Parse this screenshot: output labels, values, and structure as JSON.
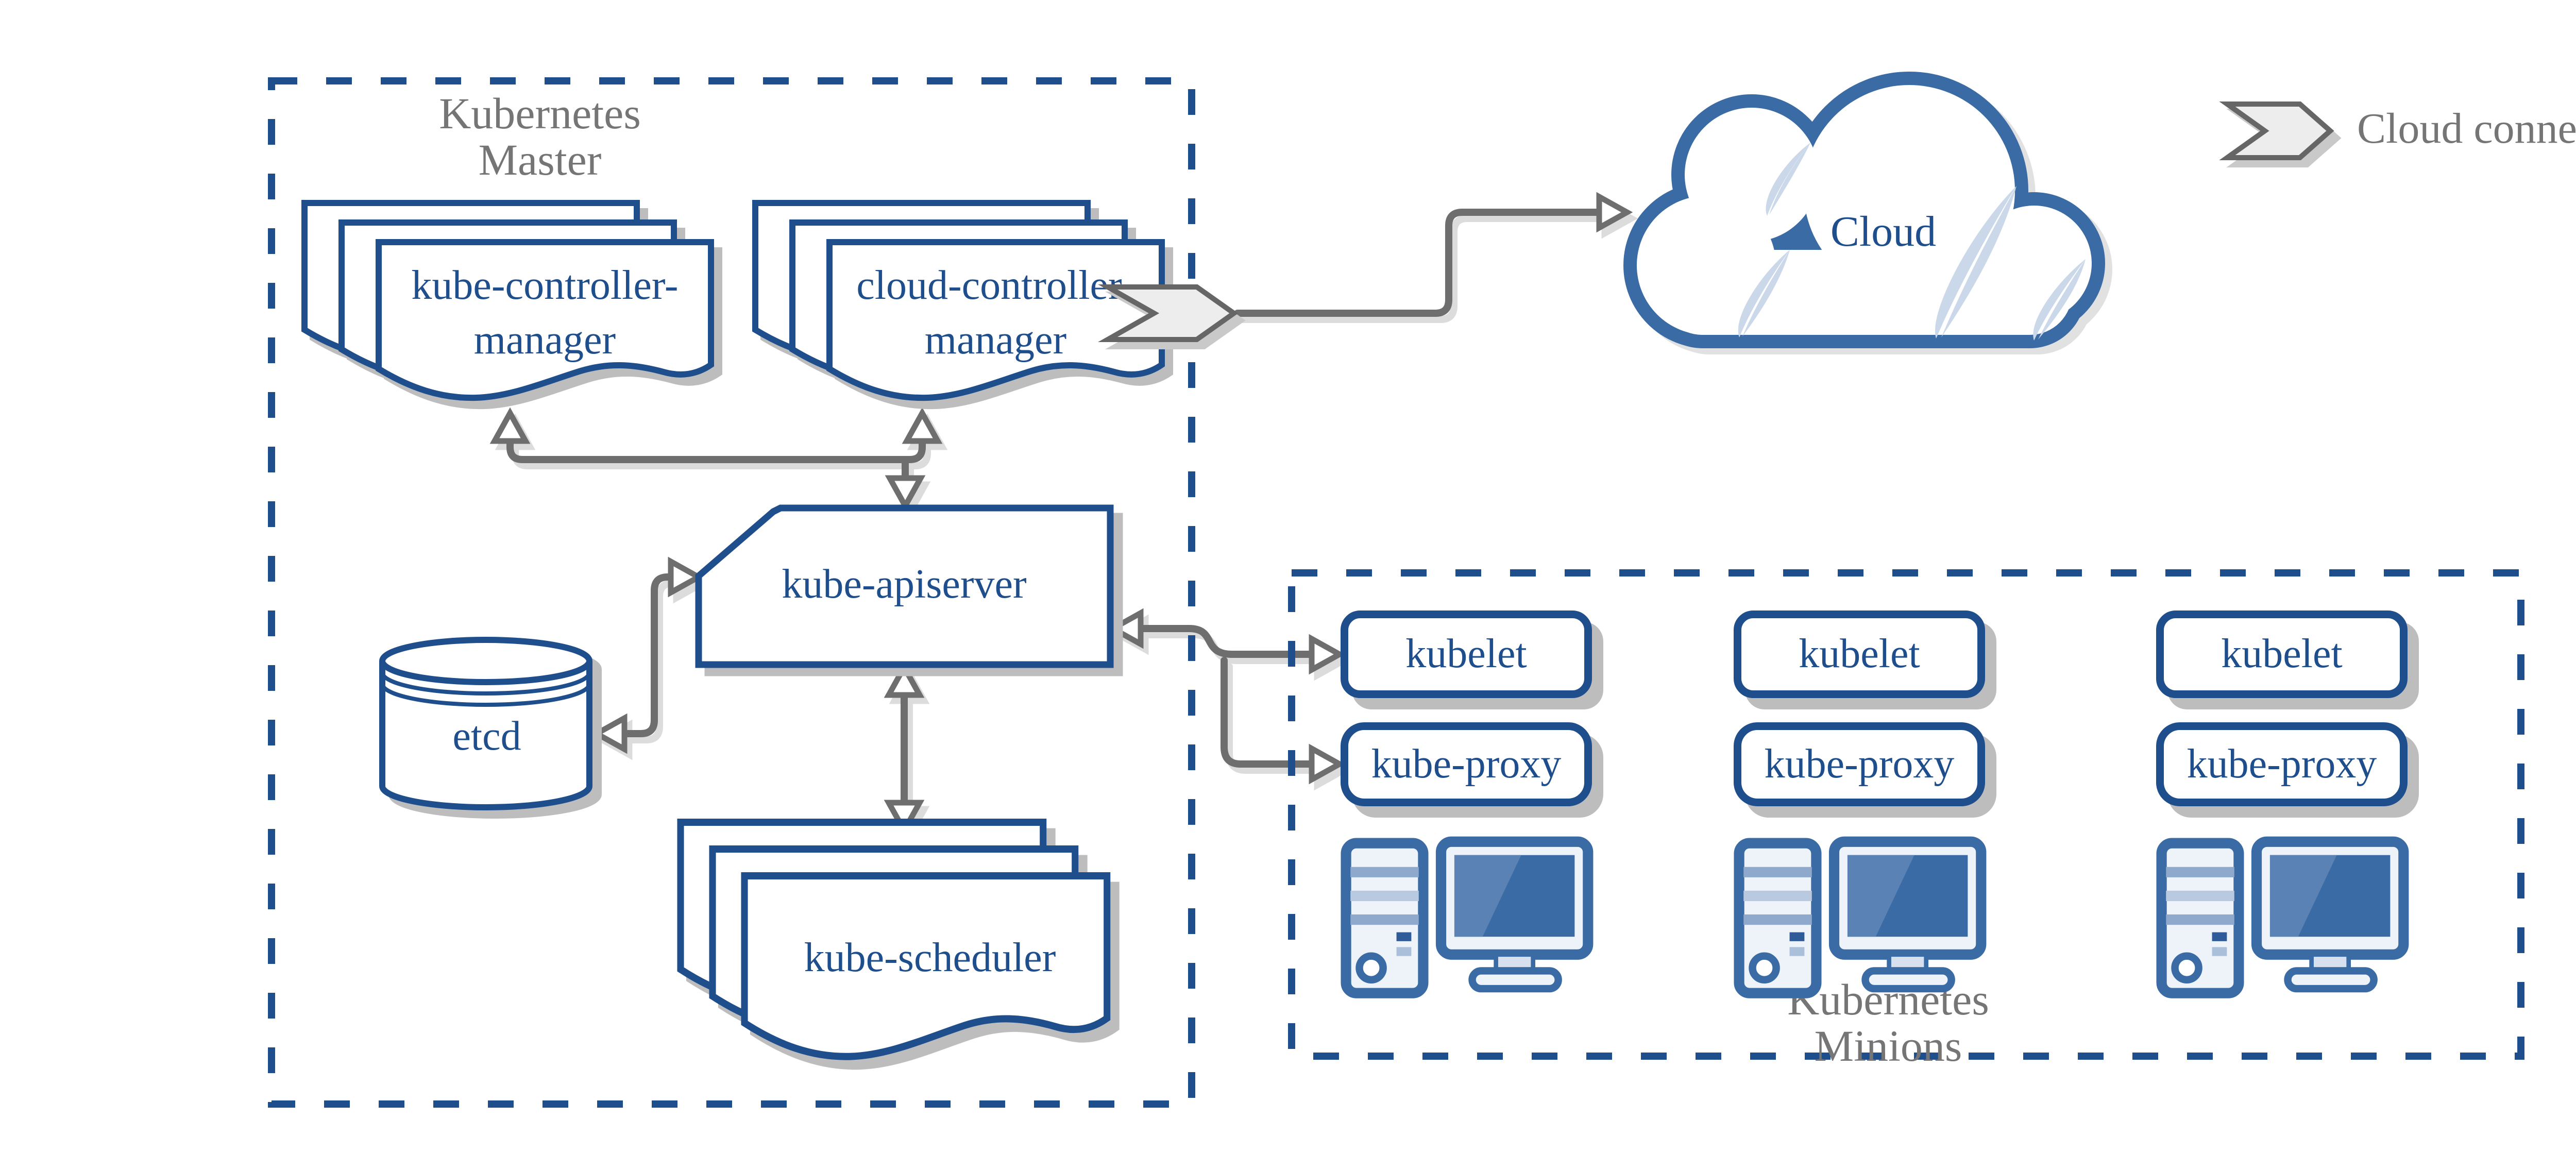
{
  "diagram": {
    "master": {
      "title_line1": "Kubernetes",
      "title_line2": "Master",
      "kube_controller_manager_line1": "kube-controller-",
      "kube_controller_manager_line2": "manager",
      "cloud_controller_manager_line1": "cloud-controller-",
      "cloud_controller_manager_line2": "manager",
      "kube_apiserver": "kube-apiserver",
      "etcd": "etcd",
      "kube_scheduler": "kube-scheduler"
    },
    "cloud": {
      "label": "Cloud"
    },
    "legend": {
      "label": "Cloud connector",
      "icon": "cloud-connector-chevron-icon"
    },
    "minions": {
      "title_line1": "Kubernetes",
      "title_line2": "Minions",
      "nodes": [
        {
          "kubelet": "kubelet",
          "kube_proxy": "kube-proxy",
          "icon": "workstation-icon"
        },
        {
          "kubelet": "kubelet",
          "kube_proxy": "kube-proxy",
          "icon": "workstation-icon"
        },
        {
          "kubelet": "kubelet",
          "kube_proxy": "kube-proxy",
          "icon": "workstation-icon"
        }
      ]
    },
    "colors": {
      "navy": "#1F4E8C",
      "medium_blue": "#3A6BA5",
      "light_blue_streak": "#CBD8EA",
      "icon_fill": "#EEF3FA",
      "gray_text": "#757575",
      "arrow_gray": "#6E6E6E",
      "shadow_gray": "#BDBDBD",
      "chevron_fill": "#EDEDED",
      "chevron_stroke": "#666666"
    }
  }
}
